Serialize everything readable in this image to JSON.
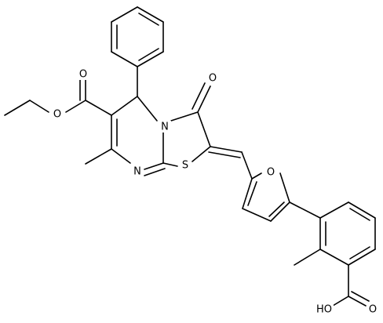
{
  "structure": {
    "atoms": {
      "O_ester_carbonyl": "O",
      "O_ester_ether": "O",
      "O_ketone": "O",
      "N_ring_junction": "N",
      "N_pyrimidine": "N",
      "S_thiazole": "S",
      "O_furan": "O",
      "OH_acid": "HO",
      "O_acid_carbonyl": "O"
    }
  }
}
